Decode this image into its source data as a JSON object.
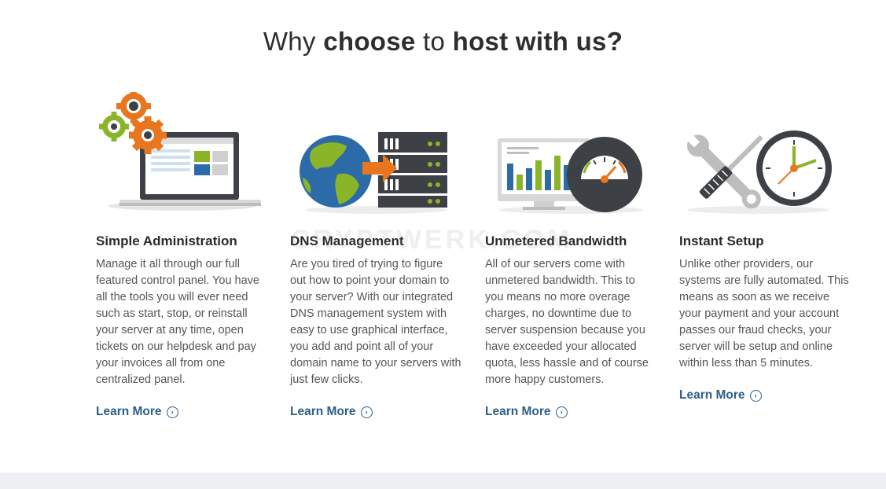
{
  "heading": {
    "part1": "Why ",
    "part2": "choose",
    "part3": " to ",
    "part4": "host with us?"
  },
  "watermark": "CRYPTWERK.COM",
  "features": [
    {
      "title": "Simple Administration",
      "body": "Manage it all through our full featured control panel. You have all the tools you will ever need such as start, stop, or reinstall your server at any time, open tickets on our helpdesk and pay your invoices all from one centralized panel.",
      "link": "Learn More",
      "icon": "laptop-gears-icon"
    },
    {
      "title": "DNS Management",
      "body": "Are you tired of trying to figure out how to point your domain to your server? With our integrated DNS management system with easy to use graphical interface, you add and point all of your domain name to your servers with just few clicks.",
      "link": "Learn More",
      "icon": "globe-server-icon"
    },
    {
      "title": "Unmetered Bandwidth",
      "body": "All of our servers come with unmetered bandwidth. This to you means no more overage charges, no downtime due to server suspension because you have exceeded your allocated quota, less hassle and of course more happy customers.",
      "link": "Learn More",
      "icon": "monitor-gauge-icon"
    },
    {
      "title": "Instant Setup",
      "body": "Unlike other providers, our systems are fully automated. This means as soon as we receive your payment and your account passes our fraud checks, your server will be setup and online within less than 5 minutes.",
      "link": "Learn More",
      "icon": "tools-clock-icon"
    }
  ],
  "colors": {
    "link": "#2f5f86",
    "orange": "#e8761f",
    "green": "#8ab529",
    "blue": "#2d6aa8",
    "dark": "#3d4045"
  }
}
